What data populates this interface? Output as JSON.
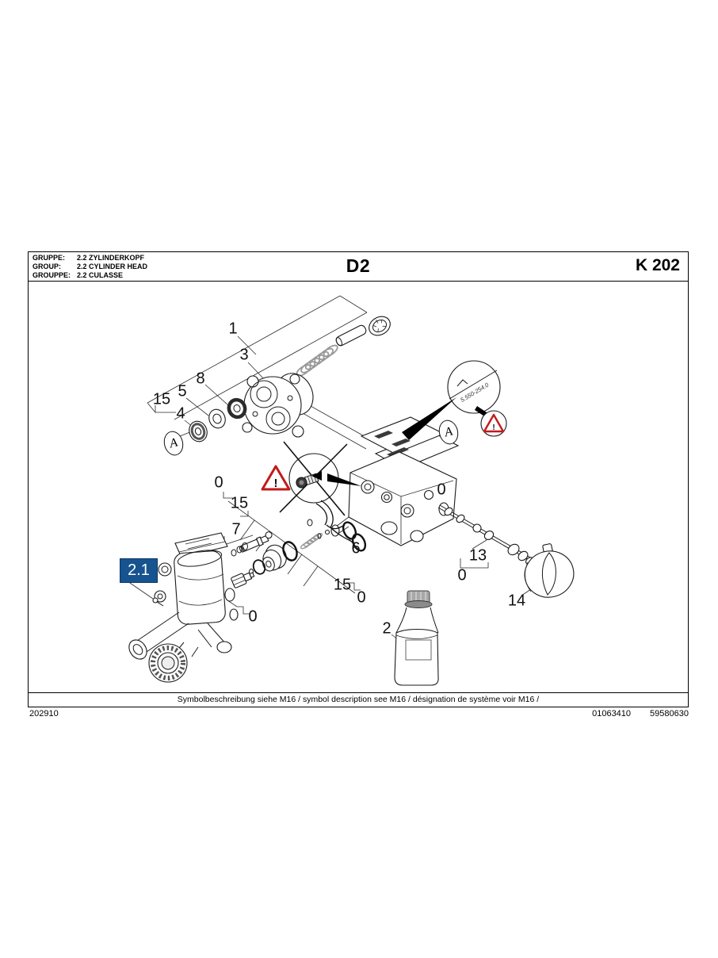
{
  "header": {
    "rows": [
      {
        "label": "GRUPPE:",
        "value": "2.2  ZYLINDERKOPF"
      },
      {
        "label": "GROUP:",
        "value": "2.2  CYLINDER HEAD"
      },
      {
        "label": "GROUPPE:",
        "value": "2.2  CULASSE"
      }
    ],
    "title": "D2",
    "sheet_code": "K 202"
  },
  "diagram": {
    "callouts": [
      {
        "text": "1"
      },
      {
        "text": "3"
      },
      {
        "text": "8"
      },
      {
        "text": "5"
      },
      {
        "text": "15"
      },
      {
        "text": "4"
      },
      {
        "text": "0"
      },
      {
        "text": "15"
      },
      {
        "text": "7"
      },
      {
        "text": "6"
      },
      {
        "text": "15"
      },
      {
        "text": "0"
      },
      {
        "text": "0"
      },
      {
        "text": "0"
      },
      {
        "text": "13"
      },
      {
        "text": "0"
      },
      {
        "text": "14"
      },
      {
        "text": "2"
      }
    ],
    "marker_a": "A",
    "highlight_label": "2.1",
    "detail_code": "5.550-254.0",
    "warning_symbol": "!",
    "highlight_color": "#16538f",
    "warning_color": "#c21a1a"
  },
  "caption": "Symbolbeschreibung siehe M16 / symbol description see M16 / désignation de système voir M16 /",
  "footer": {
    "doc_number": "202910",
    "right_numbers": [
      "01063410",
      "59580630"
    ]
  }
}
